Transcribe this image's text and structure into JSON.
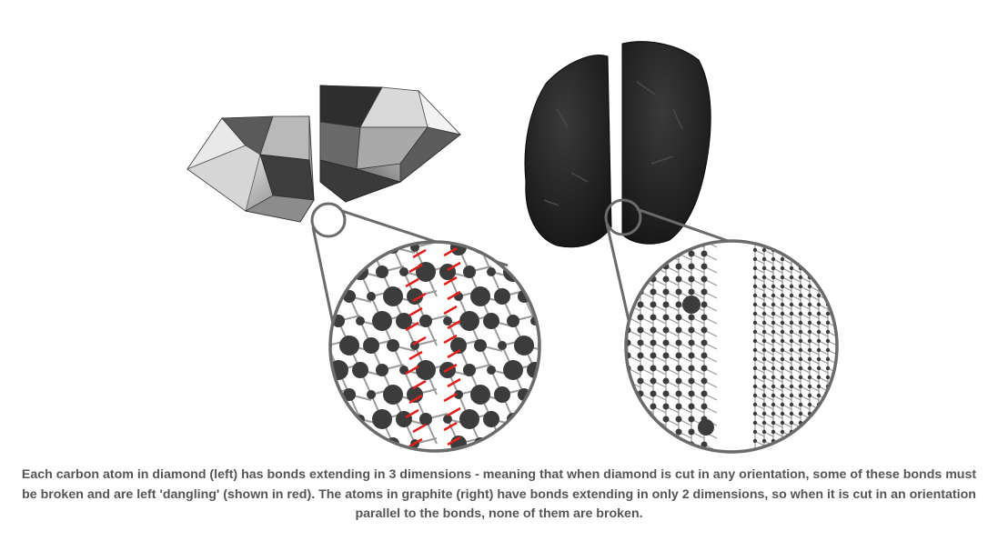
{
  "figure": {
    "left_panel": {
      "subject": "diamond",
      "icon": "diamond-gem-illustration",
      "dangling_bond_color": "#e0201b"
    },
    "right_panel": {
      "subject": "graphite",
      "icon": "graphite-rock-illustration"
    },
    "atom_color": "#3c3c3c",
    "bond_color": "#9a9a9a",
    "magnifier_ring_color": "#6b6b6b"
  },
  "caption": {
    "text": "Each carbon atom in diamond (left) has bonds extending in 3 dimensions - meaning that when diamond is cut in any orientation, some of these bonds must be broken and are left 'dangling' (shown in red). The atoms in graphite (right) have bonds extending in only 2 dimensions, so when it is cut in an orientation parallel to the bonds, none of them are broken."
  }
}
